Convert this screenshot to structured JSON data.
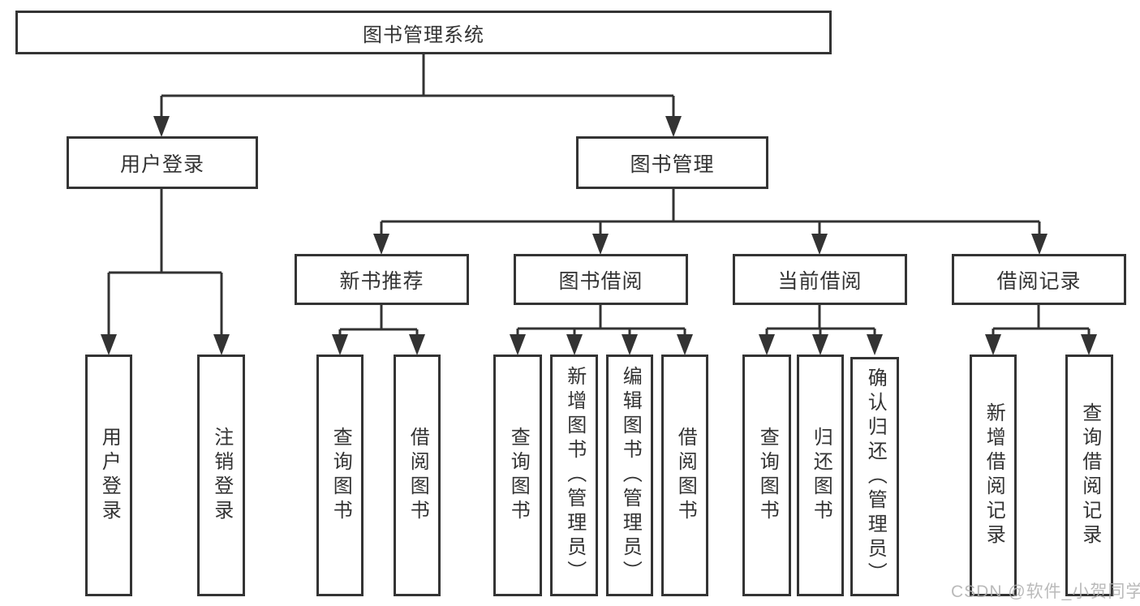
{
  "nodes": {
    "root": {
      "label": "图书管理系统"
    },
    "user_login_group": {
      "label": "用户登录"
    },
    "book_management": {
      "label": "图书管理"
    },
    "new_book_recommend": {
      "label": "新书推荐"
    },
    "book_borrow": {
      "label": "图书借阅"
    },
    "current_borrow": {
      "label": "当前借阅"
    },
    "borrow_records": {
      "label": "借阅记录"
    },
    "leaf_user_login": {
      "label": "用户登录"
    },
    "leaf_logout": {
      "label": "注销登录"
    },
    "leaf_nb_query": {
      "label": "查询图书"
    },
    "leaf_nb_borrow": {
      "label": "借阅图书"
    },
    "leaf_bb_query": {
      "label": "查询图书"
    },
    "leaf_bb_add": {
      "label": "新增图书（管理员）"
    },
    "leaf_bb_edit": {
      "label": "编辑图书（管理员）"
    },
    "leaf_bb_borrow": {
      "label": "借阅图书"
    },
    "leaf_cb_query": {
      "label": "查询图书"
    },
    "leaf_cb_return": {
      "label": "归还图书"
    },
    "leaf_cb_confirm": {
      "label": "确认归还（管理员）"
    },
    "leaf_br_add": {
      "label": "新增借阅记录"
    },
    "leaf_br_query": {
      "label": "查询借阅记录"
    }
  },
  "hierarchy": {
    "root": "图书管理系统",
    "children": [
      {
        "label": "用户登录",
        "children": [
          "用户登录",
          "注销登录"
        ]
      },
      {
        "label": "图书管理",
        "children": [
          {
            "label": "新书推荐",
            "children": [
              "查询图书",
              "借阅图书"
            ]
          },
          {
            "label": "图书借阅",
            "children": [
              "查询图书",
              "新增图书（管理员）",
              "编辑图书（管理员）",
              "借阅图书"
            ]
          },
          {
            "label": "当前借阅",
            "children": [
              "查询图书",
              "归还图书",
              "确认归还（管理员）"
            ]
          },
          {
            "label": "借阅记录",
            "children": [
              "新增借阅记录",
              "查询借阅记录"
            ]
          }
        ]
      }
    ]
  },
  "watermark": {
    "text": "CSDN @软件_小贺同学"
  },
  "colors": {
    "line": "#333333",
    "border": "#343434",
    "text": "#333333",
    "watermark": "#aeaeae",
    "background": "#ffffff"
  }
}
